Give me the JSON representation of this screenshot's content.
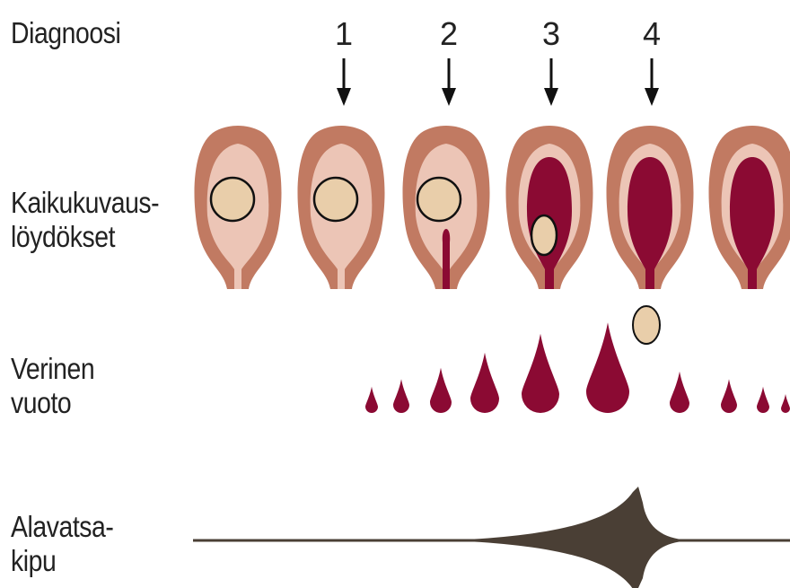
{
  "labels": {
    "diagnosis": "Diagnoosi",
    "ultrasound": "Kaikukuvaus-\nlöydökset",
    "bleeding": "Verinen\nvuoto",
    "pain": "Alavatsa-\nkipu"
  },
  "stages": [
    "1",
    "2",
    "3",
    "4"
  ],
  "colors": {
    "uterus_wall": "#c17a62",
    "cavity": "#ecc5b6",
    "blood": "#8b0a33",
    "sac": "#e9ceaa",
    "pain_curve": "#4a3f35",
    "arrow": "#111111"
  },
  "uteri": [
    {
      "state": "sac-intact"
    },
    {
      "state": "sac-intact"
    },
    {
      "state": "sac-with-bleeding"
    },
    {
      "state": "sac-expelling"
    },
    {
      "state": "sac-expelled"
    },
    {
      "state": "empty-bleeding"
    }
  ]
}
